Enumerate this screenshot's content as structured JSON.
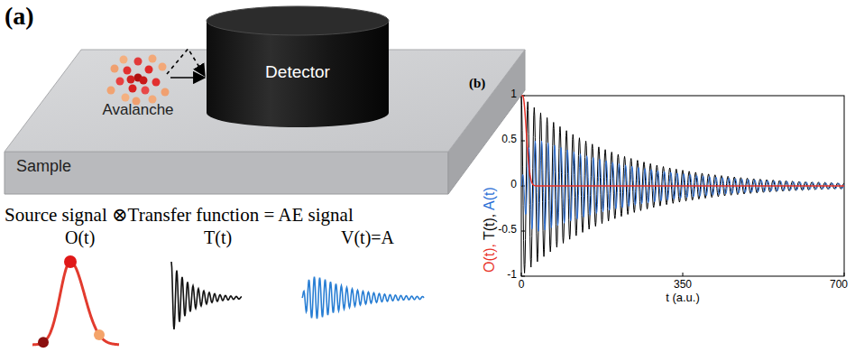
{
  "diagram": {
    "nodes": [
      {
        "text": [
          "Sample"
        ]
      },
      {
        "text": [
          "Avalanche"
        ],
        "in": 0
      },
      {
        "text": [
          "Detector"
        ]
      }
    ],
    "edges": [
      {
        "from": 1,
        "to": 2,
        "arrow": "to"
      },
      {
        "from": 1,
        "to": 2,
        "arrow": "to"
      }
    ],
    "labels": [
      "(a)",
      "Source signal ⊗Transfer function = AE signal",
      "O(t)",
      "T(t)",
      "V(t)=A",
      "(b)",
      "1",
      "0.5",
      "0",
      "-0.5",
      "-1",
      "0",
      "350",
      "700",
      "t (a.u.)",
      "O(t),",
      "T(t),",
      "A(t)"
    ]
  }
}
